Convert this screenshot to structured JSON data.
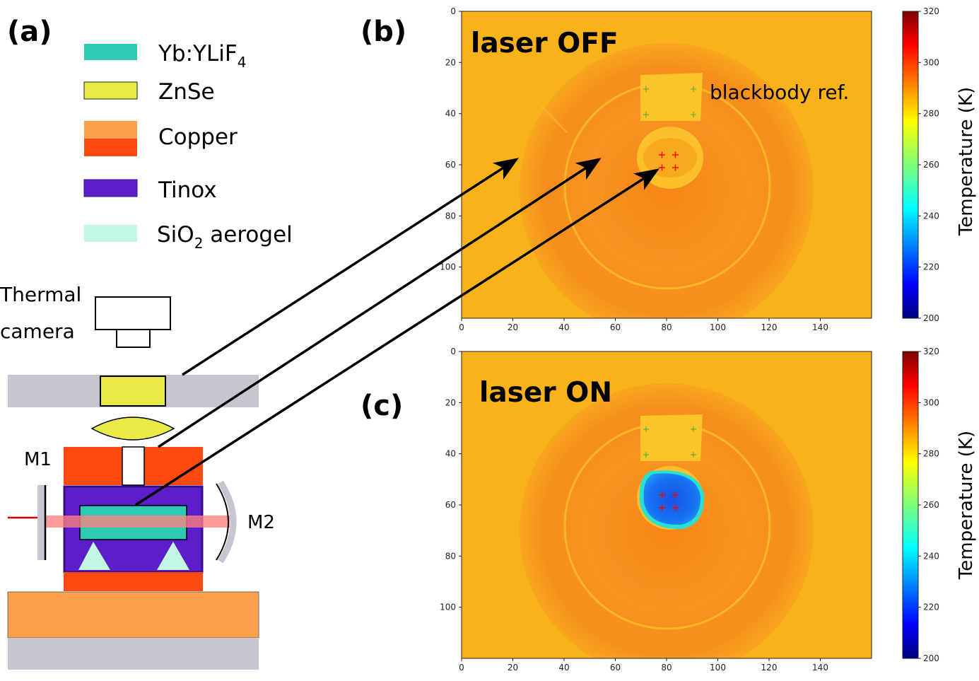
{
  "panels": {
    "a": "(a)",
    "b": "(b)",
    "c": "(c)"
  },
  "legend": [
    {
      "name": "Yb:YLiF",
      "sub": "4",
      "suffix": "",
      "colors": [
        "#2dcbb4"
      ]
    },
    {
      "name": "ZnSe",
      "sub": "",
      "suffix": "",
      "colors": [
        "#eaea46"
      ]
    },
    {
      "name": "Copper",
      "sub": "",
      "suffix": "",
      "colors": [
        "#fda04b",
        "#fd4a10"
      ]
    },
    {
      "name": "Tinox",
      "sub": "",
      "suffix": "",
      "colors": [
        "#5b1ec8"
      ]
    },
    {
      "name": "SiO",
      "sub": "2",
      "suffix": " aerogel",
      "colors": [
        "#c4f6e4"
      ]
    }
  ],
  "apparatus": {
    "camera_label_line1": "Thermal",
    "camera_label_line2": "camera",
    "mirror1": "M1",
    "mirror2": "M2"
  },
  "thermal_images": [
    {
      "id": "b",
      "title": "laser OFF",
      "annotation": "blackbody ref.",
      "x_ticks": [
        "0",
        "20",
        "40",
        "60",
        "80",
        "100",
        "120",
        "140"
      ],
      "y_ticks": [
        "0",
        "20",
        "40",
        "60",
        "80",
        "100"
      ],
      "colorbar_ticks": [
        "320",
        "300",
        "280",
        "260",
        "240",
        "220",
        "200"
      ],
      "colorbar_label": "Temperature (K)",
      "sample_cold": false
    },
    {
      "id": "c",
      "title": "laser ON",
      "annotation": "",
      "x_ticks": [
        "0",
        "20",
        "40",
        "60",
        "80",
        "100",
        "120",
        "140"
      ],
      "y_ticks": [
        "0",
        "20",
        "40",
        "60",
        "80",
        "100"
      ],
      "colorbar_ticks": [
        "320",
        "300",
        "280",
        "260",
        "240",
        "220",
        "200"
      ],
      "colorbar_label": "Temperature (K)",
      "sample_cold": true
    }
  ],
  "colors": {
    "gray_mount": "#c8c4d0",
    "background_orange": "#f8b21a",
    "ring_orange": "#f68f1f",
    "laser_red": "#d40000",
    "beam_pink": "#ff8080"
  }
}
